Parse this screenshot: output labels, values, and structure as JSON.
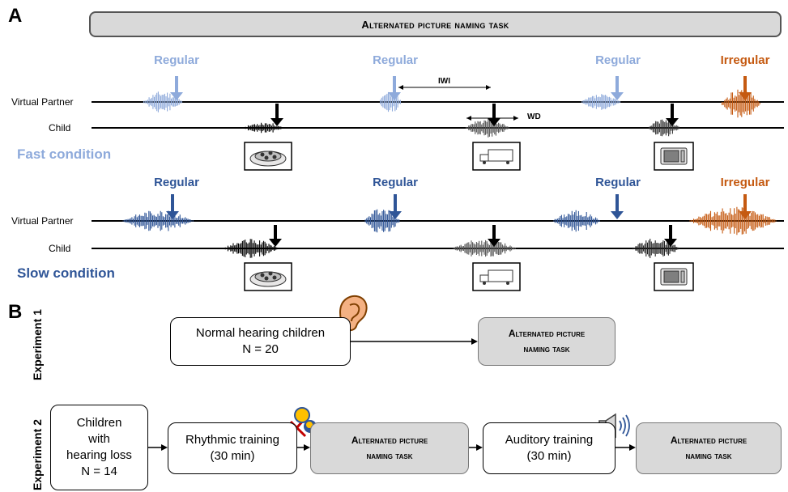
{
  "panel_a": {
    "letter": "A",
    "banner": "Alternated picture naming task",
    "fast": {
      "condition": "Fast condition",
      "labels": [
        "Regular",
        "Regular",
        "Regular",
        "Irregular"
      ],
      "partner_label": "Virtual Partner",
      "child_label": "Child",
      "iwi": "IWI",
      "wd": "WD"
    },
    "slow": {
      "condition": "Slow condition",
      "labels": [
        "Regular",
        "Regular",
        "Regular",
        "Irregular"
      ],
      "partner_label": "Virtual Partner",
      "child_label": "Child"
    },
    "pictures": [
      "cake-picture",
      "truck-picture",
      "microwave-picture"
    ]
  },
  "panel_b": {
    "letter": "B",
    "exp1": {
      "label": "Experiment 1",
      "group": "Normal hearing children",
      "n": "N = 20",
      "task": [
        "Alternated picture",
        "naming task"
      ]
    },
    "exp2": {
      "label": "Experiment 2",
      "group": [
        "Children",
        "with",
        "hearing loss",
        "N = 14"
      ],
      "rhythmic": [
        "Rhythmic training",
        "(30 min)"
      ],
      "task1": [
        "Alternated picture",
        "naming task"
      ],
      "auditory": [
        "Auditory training",
        "(30 min)"
      ],
      "task2": [
        "Alternated picture",
        "naming task"
      ]
    }
  },
  "colors": {
    "fast_blue": "#8eaadb",
    "slow_blue": "#2f5597",
    "orange": "#c55a11",
    "gray_box": "#d9d9d9"
  },
  "icons": [
    "ear-icon",
    "maracas-icon",
    "speaker-icon"
  ]
}
